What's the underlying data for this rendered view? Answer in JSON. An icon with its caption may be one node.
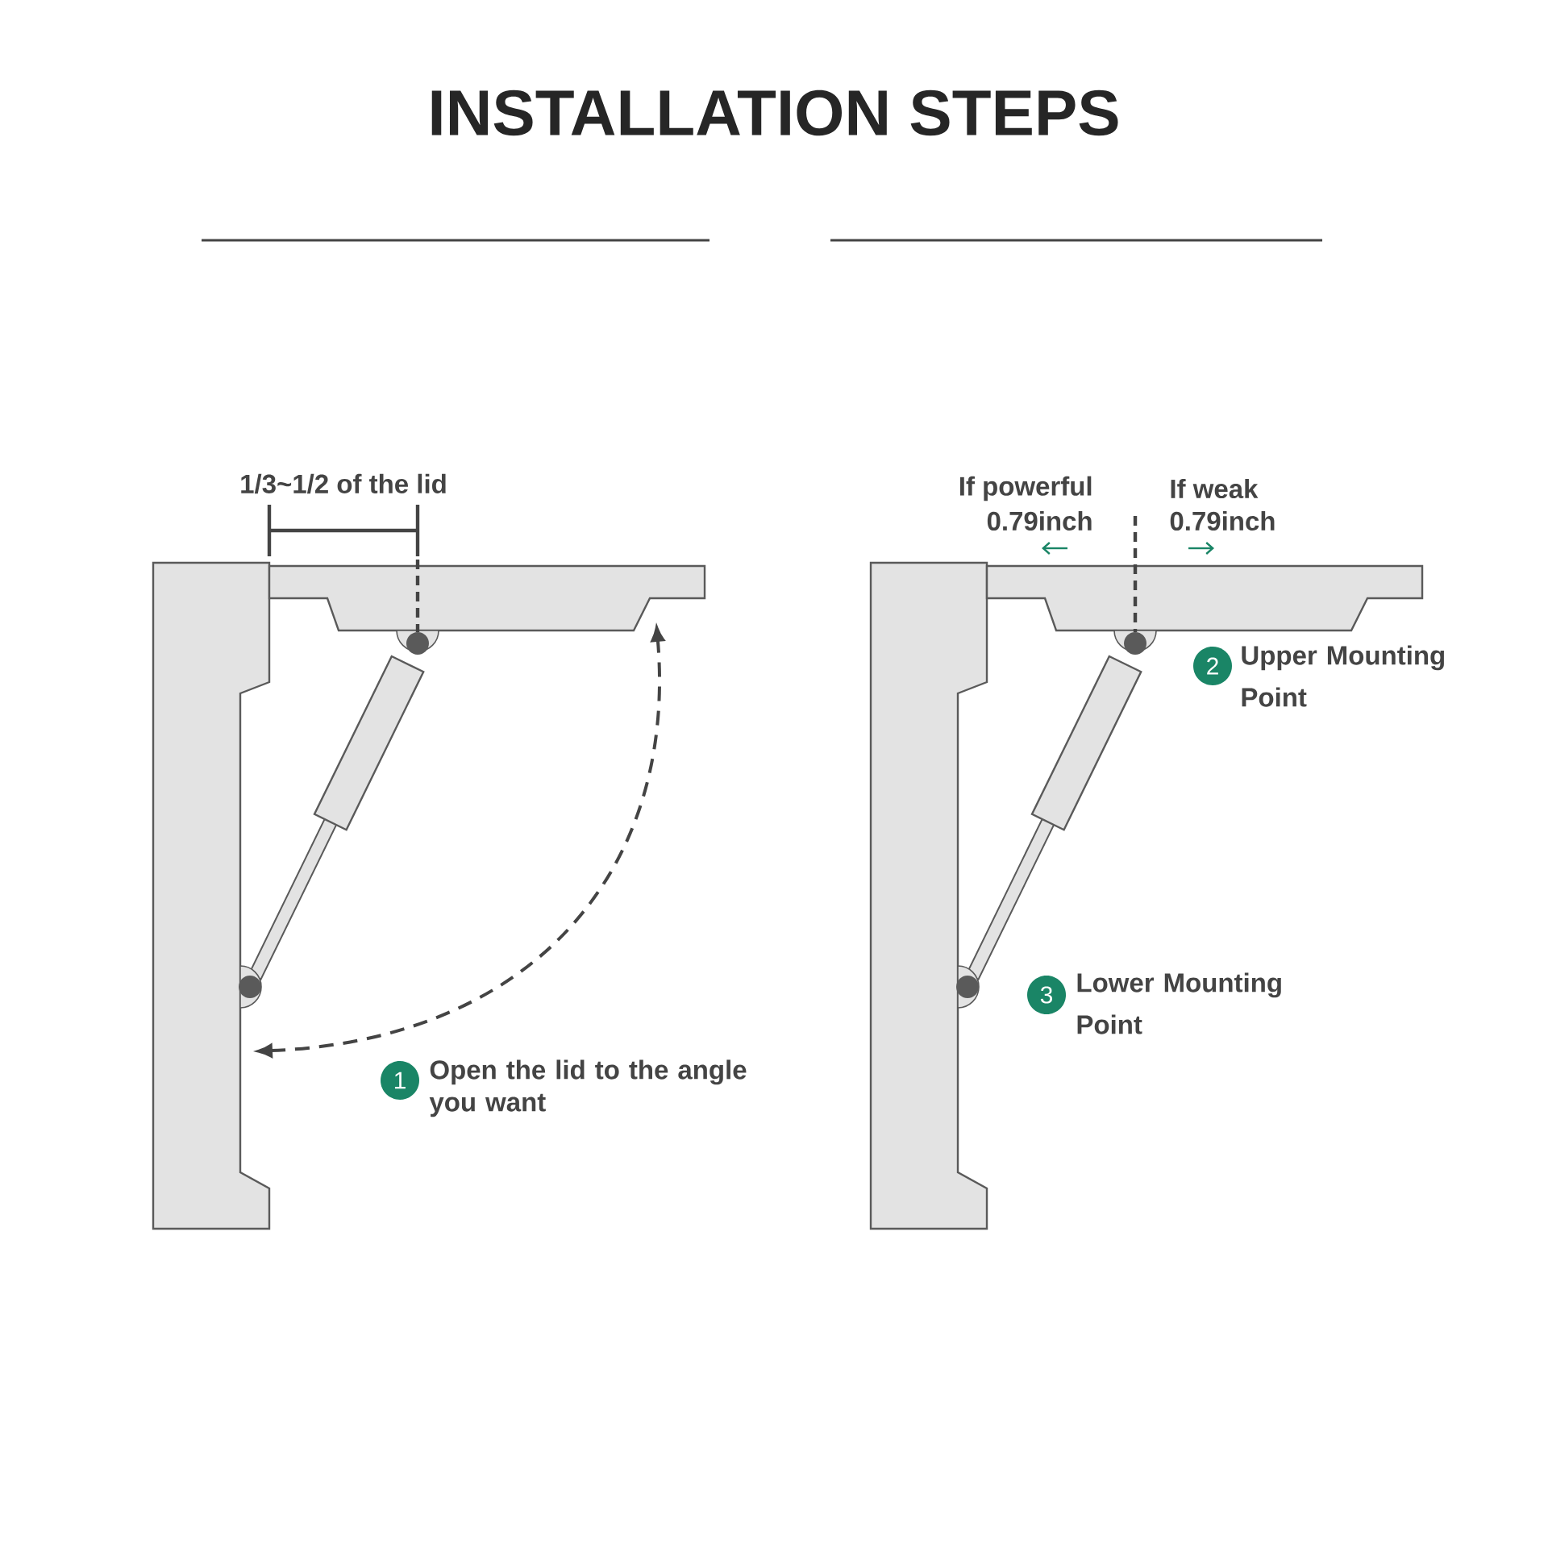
{
  "diagram": {
    "title": "INSTALLATION STEPS",
    "nodes": [
      {
        "text": [
          "1"
        ],
        "beside": [
          "Open the lid to the angle you want"
        ]
      },
      {
        "text": [
          "2"
        ],
        "beside": [
          "Upper Mounting Point"
        ]
      },
      {
        "text": [
          "3"
        ],
        "beside": [
          "Lower Mounting Point"
        ]
      }
    ],
    "labels": [
      "1/3~1/2 of the lid",
      "If powerful",
      "0.79inch",
      "If weak",
      "0.79inch"
    ]
  }
}
